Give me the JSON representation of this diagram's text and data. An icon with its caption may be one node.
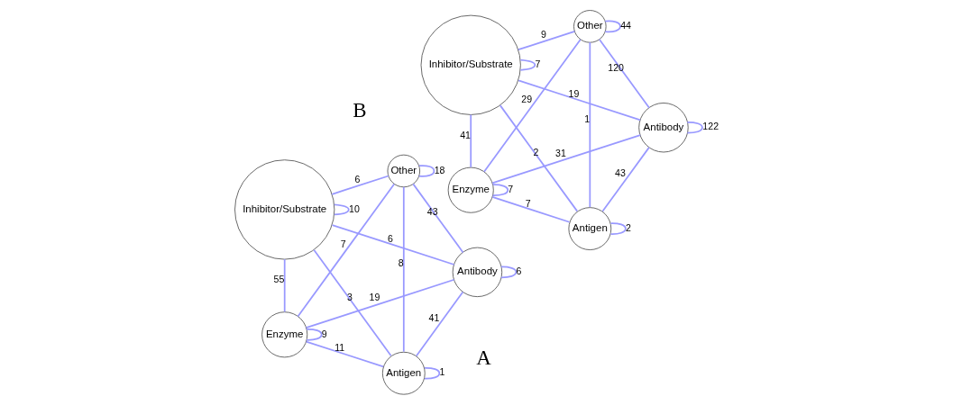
{
  "diagram": {
    "nodes": [
      {
        "text": [
          "Antigen"
        ]
      },
      {
        "text": [
          "Antibody"
        ]
      },
      {
        "text": [
          "Inhibitor/Substrate"
        ]
      },
      {
        "text": [
          "Other"
        ]
      },
      {
        "text": [
          "Enzyme"
        ]
      },
      {
        "text": [
          "Antigen"
        ]
      },
      {
        "text": [
          "Antibody"
        ]
      },
      {
        "text": [
          "Inhibitor/Substrate"
        ]
      },
      {
        "text": [
          "Other"
        ]
      },
      {
        "text": [
          "Enzyme"
        ]
      }
    ],
    "edges": [
      {
        "from": 0,
        "to": 0,
        "arrow": "none",
        "label": "1"
      },
      {
        "from": 1,
        "to": 1,
        "arrow": "none",
        "label": "6"
      },
      {
        "from": 0,
        "to": 1,
        "arrow": "none",
        "label": "41"
      },
      {
        "from": 0,
        "to": 2,
        "arrow": "none",
        "label": "3"
      },
      {
        "from": 1,
        "to": 2,
        "arrow": "none",
        "label": "6"
      },
      {
        "from": 0,
        "to": 3,
        "arrow": "none",
        "label": "8"
      },
      {
        "from": 1,
        "to": 3,
        "arrow": "none",
        "label": "43"
      },
      {
        "from": 0,
        "to": 4,
        "arrow": "none",
        "label": "11"
      },
      {
        "from": 1,
        "to": 4,
        "arrow": "none",
        "label": "19"
      },
      {
        "from": 2,
        "to": 2,
        "arrow": "none",
        "label": "10"
      },
      {
        "from": 3,
        "to": 3,
        "arrow": "none",
        "label": "18"
      },
      {
        "from": 2,
        "to": 3,
        "arrow": "none",
        "label": "6"
      },
      {
        "from": 2,
        "to": 4,
        "arrow": "none",
        "label": "55"
      },
      {
        "from": 3,
        "to": 4,
        "arrow": "none",
        "label": "7"
      },
      {
        "from": 4,
        "to": 4,
        "arrow": "none",
        "label": "9"
      },
      {
        "from": 5,
        "to": 5,
        "arrow": "none",
        "label": "2"
      },
      {
        "from": 6,
        "to": 6,
        "arrow": "none",
        "label": "122"
      },
      {
        "from": 5,
        "to": 6,
        "arrow": "none",
        "label": "43"
      },
      {
        "from": 5,
        "to": 7,
        "arrow": "none",
        "label": "2"
      },
      {
        "from": 6,
        "to": 7,
        "arrow": "none",
        "label": "19"
      },
      {
        "from": 5,
        "to": 8,
        "arrow": "none",
        "label": "1"
      },
      {
        "from": 6,
        "to": 8,
        "arrow": "none",
        "label": "120"
      },
      {
        "from": 5,
        "to": 9,
        "arrow": "none",
        "label": "7"
      },
      {
        "from": 6,
        "to": 9,
        "arrow": "none",
        "label": "31"
      },
      {
        "from": 7,
        "to": 7,
        "arrow": "none",
        "label": "7"
      },
      {
        "from": 8,
        "to": 8,
        "arrow": "none",
        "label": "44"
      },
      {
        "from": 7,
        "to": 8,
        "arrow": "none",
        "label": "9"
      },
      {
        "from": 7,
        "to": 9,
        "arrow": "none",
        "label": "41"
      },
      {
        "from": 8,
        "to": 9,
        "arrow": "none",
        "label": "29"
      },
      {
        "from": 9,
        "to": 9,
        "arrow": "none",
        "label": "7"
      }
    ],
    "labels": [
      "A",
      "B"
    ]
  }
}
